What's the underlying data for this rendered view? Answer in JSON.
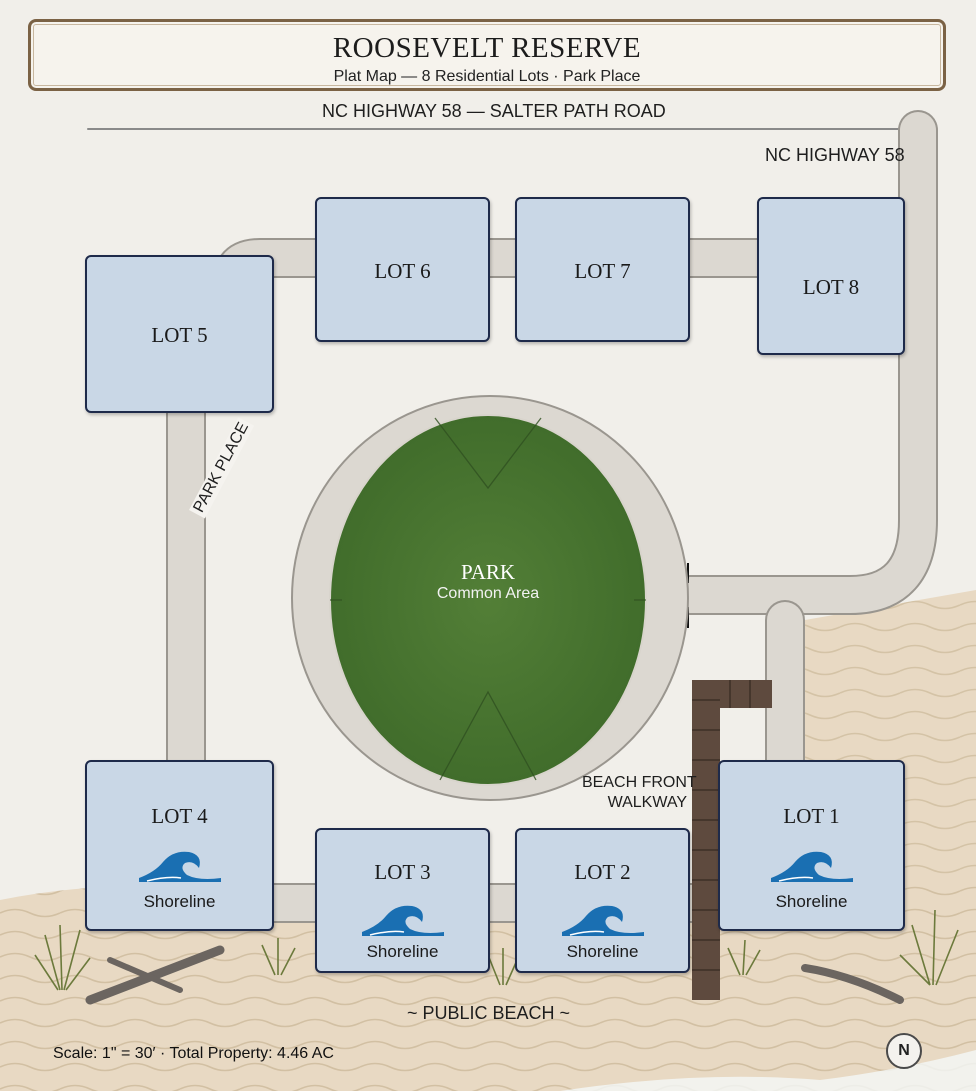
{
  "header": {
    "title": "ROOSEVELT RESERVE",
    "subtitle": "Plat Map — 8 Residential Lots · Park Place"
  },
  "roads": {
    "top_road": "NC HIGHWAY 58 — SALTER PATH ROAD",
    "right_road": "NC HIGHWAY 58",
    "park_place": "PARK PLACE",
    "walkway": [
      "BEACH FRONT",
      "WALKWAY"
    ]
  },
  "park": {
    "name": "PARK",
    "subtitle": "Common Area"
  },
  "lots": [
    {
      "name": "LOT 1",
      "shoreline": "Shoreline"
    },
    {
      "name": "LOT 2",
      "shoreline": "Shoreline"
    },
    {
      "name": "LOT 3",
      "shoreline": "Shoreline"
    },
    {
      "name": "LOT 4",
      "shoreline": "Shoreline"
    },
    {
      "name": "LOT 5"
    },
    {
      "name": "LOT 6"
    },
    {
      "name": "LOT 7"
    },
    {
      "name": "LOT 8"
    }
  ],
  "beach_label": "~ PUBLIC BEACH ~",
  "footer": {
    "scale": "Scale: 1\" = 30′ · Total Property: 4.46 AC",
    "compass": "N"
  },
  "colors": {
    "lot_fill": "#c9d7e6",
    "lot_border": "#1e2a4a",
    "park_green": "#4a7a33",
    "road": "#dcd8d1",
    "sand": "#e6d6c0",
    "water": "#1a6fb2"
  },
  "icons": [
    "wave-icon",
    "compass-icon",
    "beach-grass-icon",
    "driftwood-icon"
  ]
}
